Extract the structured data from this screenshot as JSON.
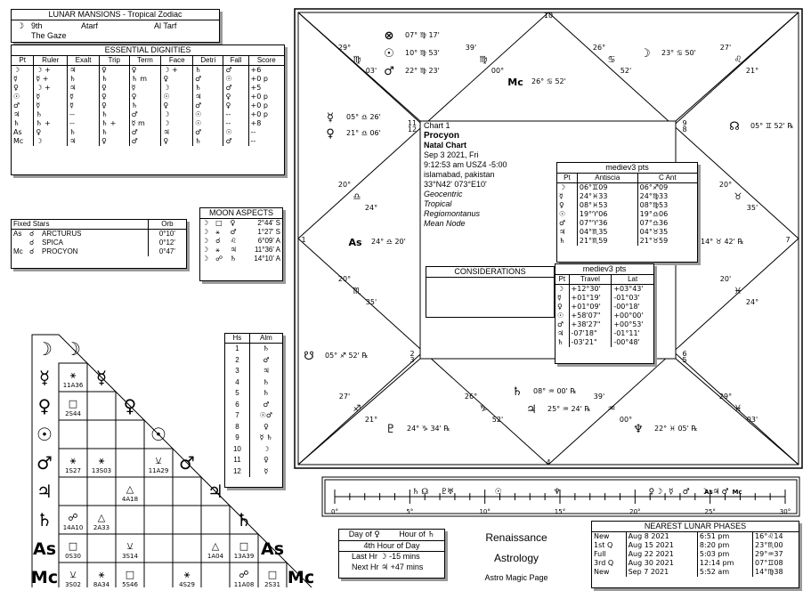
{
  "mansions": {
    "title": "LUNAR MANSIONS - Tropical Zodiac",
    "symbol": "☽",
    "num": "9th",
    "name": "Atarf",
    "alt": "Al Tarf",
    "meaning": "The Gaze"
  },
  "dignities": {
    "title": "ESSENTIAL DIGNITIES",
    "headers": [
      "Pt",
      "Ruler",
      "Exalt",
      "Trip",
      "Term",
      "Face",
      "Detri",
      "Fall",
      "Score"
    ],
    "rows": [
      [
        "☽",
        "☽ +",
        "♃",
        "♀",
        "♀",
        "☽ +",
        "♄",
        "♂",
        "+6"
      ],
      [
        "☿",
        "☿ +",
        "♄",
        "♄",
        "♄ m",
        "♀",
        "♂",
        "☉",
        "+0 p"
      ],
      [
        "♀",
        "☽ +",
        "♃",
        "♀",
        "☿",
        "☽",
        "♄",
        "♂",
        "+5"
      ],
      [
        "☉",
        "☿",
        "☿",
        "♀",
        "♀",
        "☉",
        "♃",
        "♀",
        "+0 p"
      ],
      [
        "♂",
        "☿",
        "☿",
        "♀",
        "♄",
        "♀",
        "♂",
        "♀",
        "+0 p"
      ],
      [
        "♃",
        "♄",
        "--",
        "♄",
        "♂",
        "☽",
        "☉",
        "--",
        "+0 p"
      ],
      [
        "♄",
        "♄ +",
        "--",
        "♄ +",
        "☿ m",
        "☽",
        "☉",
        "--",
        "+8"
      ],
      [
        "As",
        "♀",
        "♄",
        "♄",
        "♂",
        "♃",
        "♂",
        "☉",
        "--"
      ],
      [
        "Mc",
        "☽",
        "♃",
        "♀",
        "♂",
        "♀",
        "♄",
        "♂",
        "--"
      ]
    ]
  },
  "fixed_stars": {
    "headers": [
      "Fixed Stars",
      "Orb"
    ],
    "rows": [
      {
        "pt": "As",
        "asp": "☌",
        "star": "ARCTURUS",
        "orb": "0°10'"
      },
      {
        "pt": "",
        "asp": "☌",
        "star": "SPICA",
        "orb": "0°12'"
      },
      {
        "pt": "Mc",
        "asp": "☌",
        "star": "PROCYON",
        "orb": "0°47'"
      }
    ]
  },
  "moon_aspects": {
    "title": "MOON ASPECTS",
    "rows": [
      {
        "a": "☽",
        "asp": "□",
        "b": "♀",
        "orb": "2°44' S"
      },
      {
        "a": "☽",
        "asp": "⚹",
        "b": "♂",
        "orb": "1°27' S"
      },
      {
        "a": "☽",
        "asp": "☌",
        "b": "♌",
        "orb": "6°09' A"
      },
      {
        "a": "☽",
        "asp": "⚹",
        "b": "♃",
        "orb": "11°36' A"
      },
      {
        "a": "☽",
        "asp": "☍",
        "b": "♄",
        "orb": "14°10' A"
      }
    ]
  },
  "houses": {
    "headers": [
      "Hs",
      "Alm"
    ],
    "rows": [
      [
        "1",
        "♄"
      ],
      [
        "2",
        "♂"
      ],
      [
        "3",
        "♃"
      ],
      [
        "4",
        "♄"
      ],
      [
        "5",
        "♄"
      ],
      [
        "6",
        "♂"
      ],
      [
        "7",
        "☉♂"
      ],
      [
        "8",
        "♀"
      ],
      [
        "9",
        "☿ ♄"
      ],
      [
        "10",
        "☽"
      ],
      [
        "11",
        "♀"
      ],
      [
        "12",
        "☿"
      ]
    ]
  },
  "grid": {
    "planets": [
      "☽",
      "☿",
      "♀",
      "☉",
      "♂",
      "♃",
      "♄",
      "As",
      "Mc"
    ],
    "cells": [
      {
        "r": 1,
        "c": 0,
        "sym": "⚹",
        "txt": "11A36"
      },
      {
        "r": 2,
        "c": 0,
        "sym": "□",
        "txt": "2S44"
      },
      {
        "r": 4,
        "c": 0,
        "sym": "⚹",
        "txt": "1S27"
      },
      {
        "r": 4,
        "c": 1,
        "sym": "⚹",
        "txt": "13S03"
      },
      {
        "r": 4,
        "c": 3,
        "sym": "⚺",
        "txt": "11A29"
      },
      {
        "r": 5,
        "c": 2,
        "sym": "△",
        "txt": "4A18"
      },
      {
        "r": 6,
        "c": 0,
        "sym": "☍",
        "txt": "14A10"
      },
      {
        "r": 6,
        "c": 1,
        "sym": "△",
        "txt": "2A33"
      },
      {
        "r": 7,
        "c": 0,
        "sym": "□",
        "txt": "0S30"
      },
      {
        "r": 7,
        "c": 2,
        "sym": "⚺",
        "txt": "3S14"
      },
      {
        "r": 7,
        "c": 5,
        "sym": "△",
        "txt": "1A04"
      },
      {
        "r": 7,
        "c": 6,
        "sym": "□",
        "txt": "13A39"
      },
      {
        "r": 8,
        "c": 0,
        "sym": "⚺",
        "txt": "3S02"
      },
      {
        "r": 8,
        "c": 1,
        "sym": "⚹",
        "txt": "8A34"
      },
      {
        "r": 8,
        "c": 2,
        "sym": "□",
        "txt": "5S46"
      },
      {
        "r": 8,
        "c": 4,
        "sym": "⚹",
        "txt": "4S29"
      },
      {
        "r": 8,
        "c": 6,
        "sym": "☍",
        "txt": "11A08"
      },
      {
        "r": 8,
        "c": 7,
        "sym": "□",
        "txt": "2S31"
      }
    ]
  },
  "chart_info": {
    "lines": [
      "Chart 1",
      "Procyon",
      "Natal Chart",
      "Sep 3 2021, Fri",
      "9:12:53 am  USZ4 -5:00",
      "islamabad, pakistan",
      "33°N42' 073°E10'",
      "Geocentric",
      "Tropical",
      "Regiomontanus",
      "Mean Node"
    ]
  },
  "considerations": {
    "title": "CONSIDERATIONS"
  },
  "medieval_pts": {
    "title": "mediev3 pts",
    "headers": [
      "Pt",
      "Antiscia",
      "C Ant"
    ],
    "rows": [
      [
        "☽",
        "06°♊09",
        "06°♐09"
      ],
      [
        "☿",
        "24°♓33",
        "24°♍33"
      ],
      [
        "♀",
        "08°♓53",
        "08°♍53"
      ],
      [
        "☉",
        "19°♈06",
        "19°♎06"
      ],
      [
        "♂",
        "07°♈36",
        "07°♎36"
      ],
      [
        "♃",
        "04°♏35",
        "04°♉35"
      ],
      [
        "♄",
        "21°♏59",
        "21°♉59"
      ]
    ]
  },
  "travel": {
    "title": "mediev3 pts",
    "headers": [
      "Pt",
      "Travel",
      "Lat"
    ],
    "rows": [
      [
        "☽",
        "+12°30'",
        "+03°43'"
      ],
      [
        "☿",
        "+01°19'",
        "-01°03'"
      ],
      [
        "♀",
        "+01°09'",
        "-00°18'"
      ],
      [
        "☉",
        "+58'07\"",
        "+00°00'"
      ],
      [
        "♂",
        "+38'27\"",
        "+00°53'"
      ],
      [
        "♃",
        "-07'18\"",
        "-01°11'"
      ],
      [
        "♄",
        "-03'21\"",
        "-00°48'"
      ]
    ]
  },
  "wheel": {
    "house_numbers": [
      "10",
      "11",
      "9",
      "12",
      "8",
      "1",
      "7",
      "2",
      "6",
      "3",
      "5",
      "4"
    ],
    "cusps": [
      {
        "deg": "29°",
        "sign": "♍",
        "min": "03'",
        "pos": "top-left"
      },
      {
        "deg": "39'",
        "sign": "♍",
        "min": "00°",
        "pos": "top-mid-left"
      },
      {
        "deg": "26°",
        "sign": "♋",
        "min": "52'",
        "pos": "top-mid-right"
      },
      {
        "deg": "27'",
        "sign": "♌",
        "min": "21°",
        "pos": "top-right"
      },
      {
        "deg": "20°",
        "sign": "♎",
        "min": "24°",
        "pos": "left-upper"
      },
      {
        "deg": "20°",
        "sign": "♉",
        "min": "35'",
        "pos": "right-upper"
      },
      {
        "deg": "20°",
        "sign": "♏",
        "min": "35'",
        "pos": "left-lower"
      },
      {
        "deg": "20'",
        "sign": "♓",
        "min": "24°",
        "pos": "right-lower"
      },
      {
        "deg": "27'",
        "sign": "♐",
        "min": "21°",
        "pos": "bottom-left"
      },
      {
        "deg": "26°",
        "sign": "♑",
        "min": "52'",
        "pos": "bottom-mid-left"
      },
      {
        "deg": "39'",
        "sign": "♒",
        "min": "00°",
        "pos": "bottom-mid-right"
      },
      {
        "deg": "29°",
        "sign": "♓",
        "min": "03'",
        "pos": "bottom-right"
      }
    ],
    "planets": [
      {
        "sym": "⊗",
        "label": "07° ♍ 17'"
      },
      {
        "sym": "☉",
        "label": "10° ♍ 53'"
      },
      {
        "sym": "♂",
        "label": "22° ♍ 23'"
      },
      {
        "sym": "☽",
        "label": "23° ♋ 50'"
      },
      {
        "sym": "Mc",
        "label": "26° ♋ 52'"
      },
      {
        "sym": "☿",
        "label": "05° ♎ 26'"
      },
      {
        "sym": "♀",
        "label": "21° ♎ 06'"
      },
      {
        "sym": "☊",
        "label": "05° ♊ 52' ℞"
      },
      {
        "sym": "As",
        "label": "24° ♎ 20'"
      },
      {
        "sym": "♅",
        "label": "14° ♉ 42' ℞"
      },
      {
        "sym": "☋",
        "label": "05° ♐ 52' ℞"
      },
      {
        "sym": "♄",
        "label": "08° ♒ 00' ℞"
      },
      {
        "sym": "♃",
        "label": "25° ♒ 24' ℞"
      },
      {
        "sym": "♇",
        "label": "24° ♑ 34' ℞"
      },
      {
        "sym": "♆",
        "label": "22° ♓ 05' ℞"
      }
    ]
  },
  "speed_bar": {
    "ticks": [
      "0°",
      "5°",
      "10°",
      "15°",
      "20°",
      "25°",
      "30°"
    ],
    "markers": [
      {
        "sym": "♄",
        "pos": 5.4
      },
      {
        "sym": "☊",
        "pos": 6.0
      },
      {
        "sym": "♇",
        "pos": 7.3
      },
      {
        "sym": "♅",
        "pos": 7.7
      },
      {
        "sym": "☉",
        "pos": 10.9
      },
      {
        "sym": "♆",
        "pos": 14.8
      },
      {
        "sym": "♀",
        "pos": 21.1
      },
      {
        "sym": "☽",
        "pos": 21.6
      },
      {
        "sym": "☿",
        "pos": 22.4
      },
      {
        "sym": "♂",
        "pos": 23.4
      },
      {
        "sym": "☽",
        "pos": 24.6
      },
      {
        "sym": "As",
        "pos": 24.9
      },
      {
        "sym": "♃",
        "pos": 25.4
      },
      {
        "sym": "♂",
        "pos": 26.0
      },
      {
        "sym": "Mc",
        "pos": 26.8
      }
    ]
  },
  "hours": {
    "day_label": "Day of",
    "day_sym": "♀",
    "hour_label": "Hour of",
    "hour_sym": "♄",
    "current": "4th Hour of Day",
    "last_label": "Last Hr",
    "last_sym": "☽",
    "last_val": "-15 mins",
    "next_label": "Next Hr",
    "next_sym": "♃",
    "next_val": "+47 mins"
  },
  "brand": {
    "line1": "Renaissance",
    "line2": "Astrology",
    "line3": "Astro Magic Page"
  },
  "lunar_phases": {
    "title": "NEAREST LUNAR PHASES",
    "rows": [
      [
        "New",
        "Aug 8 2021",
        "6:51 pm",
        "16°♌14"
      ],
      [
        "1st Q",
        "Aug 15 2021",
        "8:20 pm",
        "23°♏00"
      ],
      [
        "Full",
        "Aug 22 2021",
        "5:03 pm",
        "29°♒37"
      ],
      [
        "3rd Q",
        "Aug 30 2021",
        "12:14 pm",
        "07°♊08"
      ],
      [
        "New",
        "Sep 7 2021",
        "5:52 am",
        "14°♍38"
      ]
    ]
  }
}
